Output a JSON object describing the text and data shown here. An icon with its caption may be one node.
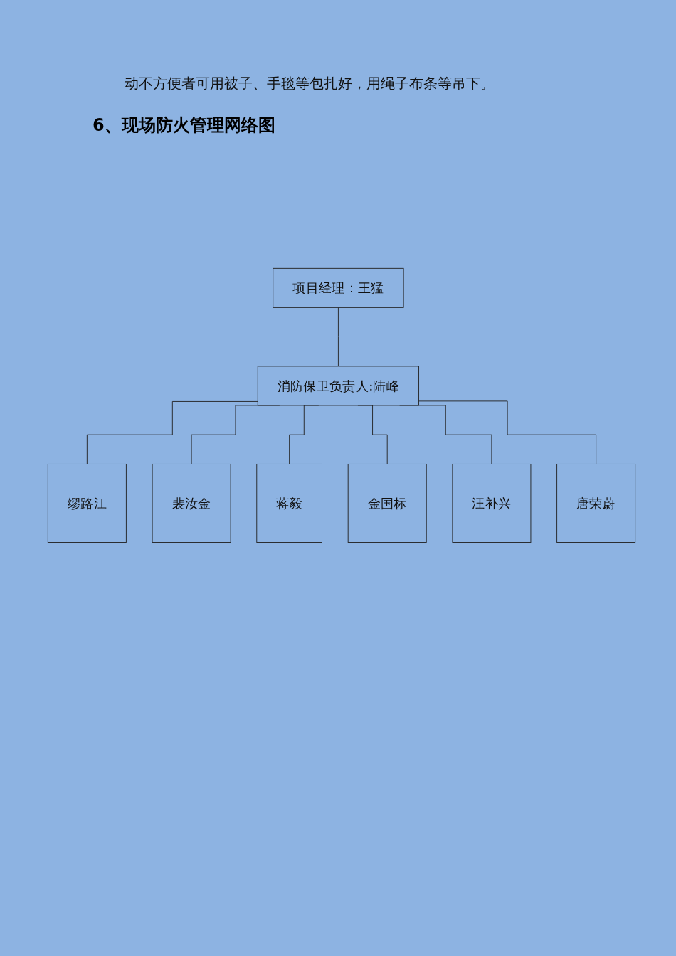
{
  "diagram": {
    "title": "6、现场防火管理网络图",
    "nodes": [
      {
        "text": [
          "项目经理：王猛"
        ]
      },
      {
        "text": [
          "消防保卫负责人:陆峰"
        ]
      },
      {
        "text": [
          "缪路江"
        ]
      },
      {
        "text": [
          "裴汝金"
        ]
      },
      {
        "text": [
          "蒋毅"
        ]
      },
      {
        "text": [
          "金国标"
        ]
      },
      {
        "text": [
          "汪补兴"
        ]
      },
      {
        "text": [
          "唐荣蔚"
        ]
      }
    ],
    "edges": [
      {
        "from": 0,
        "to": 1,
        "arrow": "none"
      },
      {
        "from": 1,
        "to": 2,
        "arrow": "none"
      },
      {
        "from": 1,
        "to": 3,
        "arrow": "none"
      },
      {
        "from": 1,
        "to": 4,
        "arrow": "none"
      },
      {
        "from": 1,
        "to": 5,
        "arrow": "none"
      },
      {
        "from": 1,
        "to": 6,
        "arrow": "none"
      },
      {
        "from": 1,
        "to": 7,
        "arrow": "none"
      }
    ],
    "labels": [
      "动不方便者可用被子、手毯等包扎好，用绳子布条等吊下。"
    ]
  }
}
